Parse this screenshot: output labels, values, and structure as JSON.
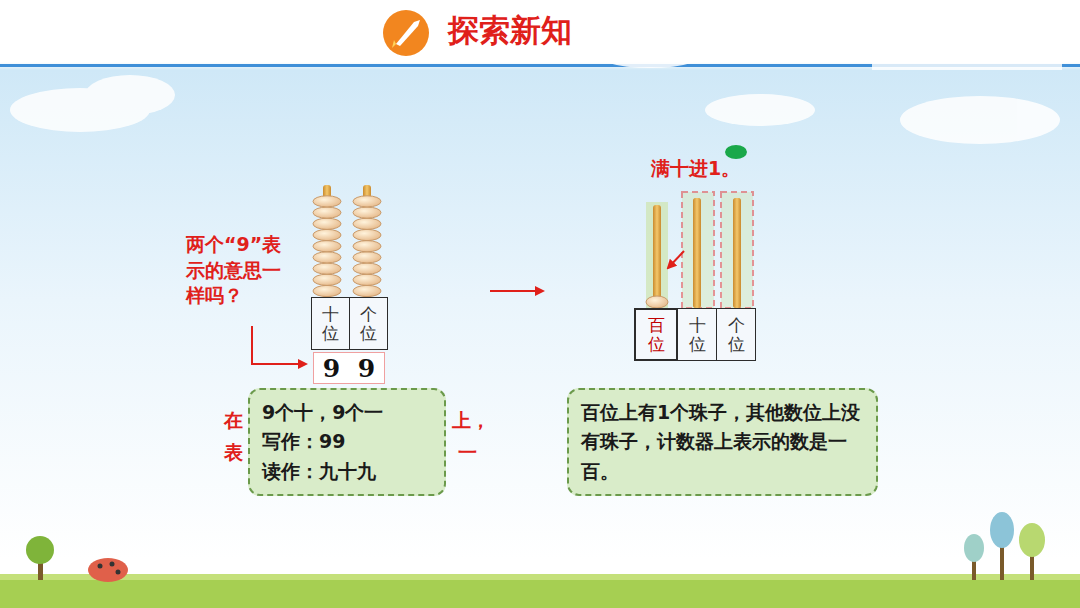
{
  "diagram": {
    "title": "探索新知",
    "nodes": [
      {
        "text": [
          "9个十，9个一",
          "写作：99",
          "读作：九十九"
        ]
      },
      {
        "text": [
          "十位"
        ]
      },
      {
        "text": [
          "个位"
        ]
      },
      {
        "text": [
          "9",
          "9"
        ]
      },
      {
        "text": [
          "百位上有1个珠子，其他数位上没有珠子，计数器上表示的数是一百。"
        ]
      },
      {
        "text": [
          "百位"
        ]
      },
      {
        "text": [
          "十位"
        ]
      },
      {
        "text": [
          "个位"
        ]
      }
    ],
    "labels": [
      "两个“9”表示的意思一样吗？",
      "满十进1。",
      "在",
      "上，",
      "表",
      "一"
    ]
  }
}
